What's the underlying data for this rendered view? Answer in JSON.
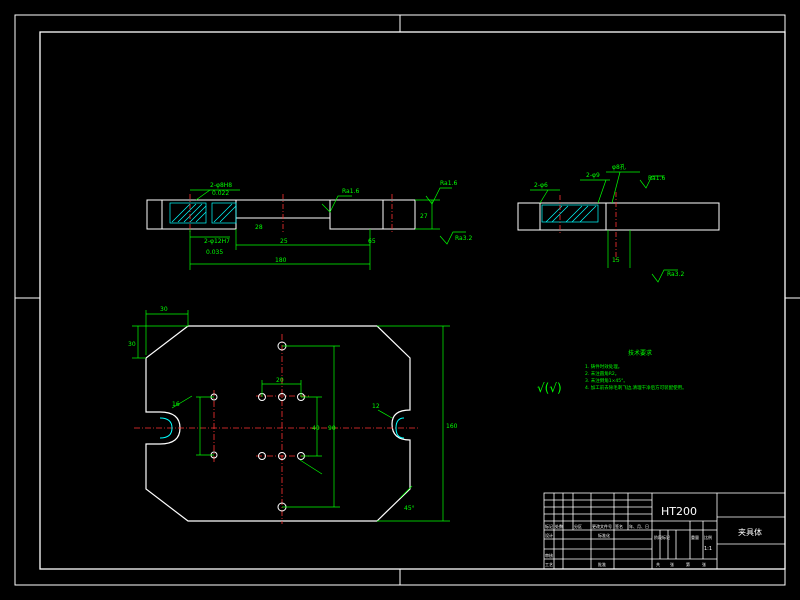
{
  "colors": {
    "background": "#000000",
    "outline": "#ffffff",
    "dimension": "#00ff00",
    "hatch": "#00ffff",
    "centerline": "#ff3333",
    "titleblock_text": "#ffffff",
    "material_text": "#ffff66"
  },
  "front_view": {
    "callout_holes": "2-φ8H8",
    "callout_tolerance": "0.022",
    "callout_lower": "2-φ12H7",
    "callout_lower_tol": "0.035",
    "roughness_1": "Ra1.6",
    "roughness_2": "Ra1.6",
    "roughness_3": "Ra3.2",
    "dim_a": "28",
    "dim_b": "65",
    "dim_c": "180",
    "dim_d": "27",
    "dim_e": "25"
  },
  "side_view": {
    "callout_a": "2-φ6",
    "callout_b": "2-φ9",
    "callout_c": "φ8孔",
    "roughness_1": "Ra1.6",
    "roughness_2": "Ra3.2",
    "dim_depth": "15"
  },
  "plan_view": {
    "dim_top": "30",
    "dim_left": "30",
    "dim_height": "160",
    "dim_inner": "90",
    "dim_small_a": "40",
    "dim_small_b": "20",
    "chamfer": "45°",
    "dim_c": "16",
    "dim_d": "12"
  },
  "tech_requirements": {
    "title": "技术要求",
    "items": [
      "1. 铸件时效处理。",
      "2. 未注圆角R2。",
      "3. 未注倒角1×45°。",
      "4. 加工前去除毛刺飞边,清理干净后方可装配使用。"
    ],
    "roughness_symbol": "√(√)"
  },
  "title_block": {
    "material": "HT200",
    "part_name": "夹具体",
    "scale": "1:1",
    "row_labels": [
      "标记",
      "处数",
      "分区",
      "更改文件号",
      "签名",
      "年、月、日"
    ],
    "designer_label": "设计",
    "standardize_label": "标准化",
    "stage_label": "阶段标记",
    "weight_label": "重量",
    "scale_label": "比例",
    "review_label": "审核",
    "process_label": "工艺",
    "approve_label": "批准",
    "sheet_labels": [
      "共",
      "张",
      "第",
      "张"
    ]
  }
}
